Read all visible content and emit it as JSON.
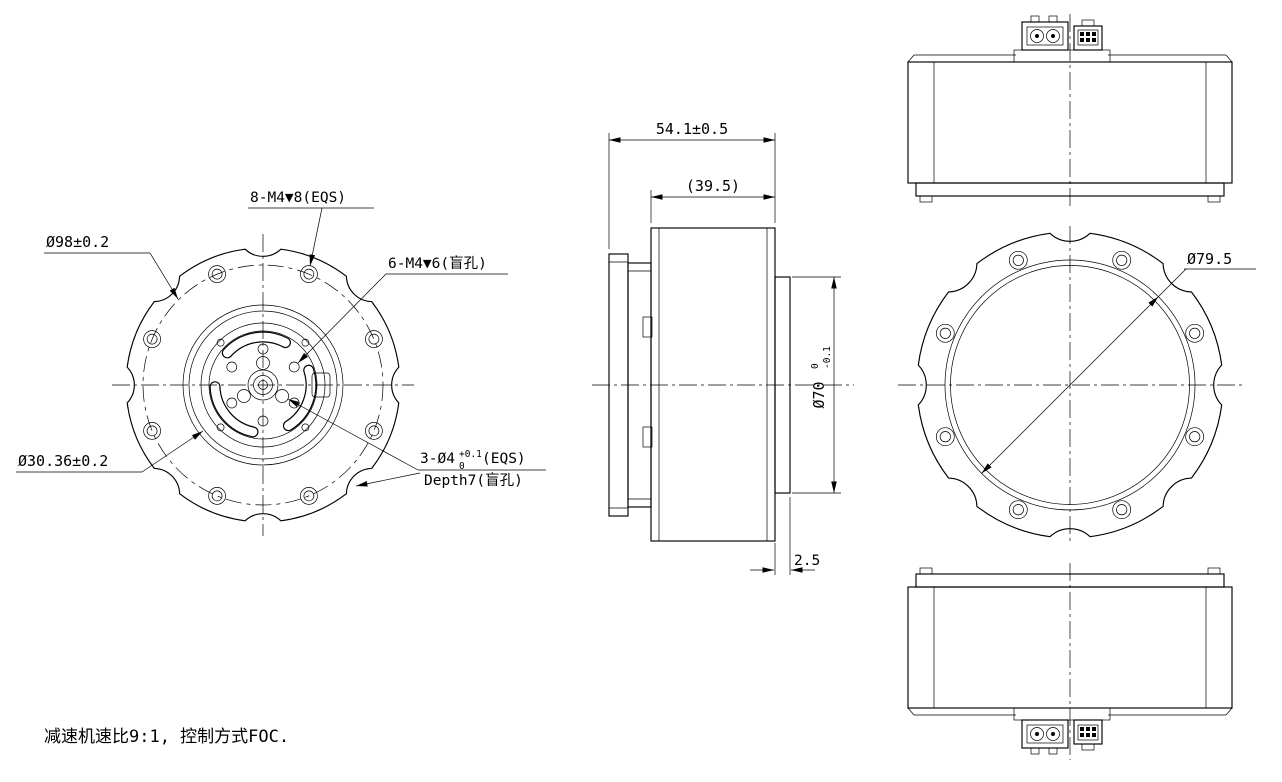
{
  "note": {
    "text": "减速机速比9:1, 控制方式FOC."
  },
  "front_view": {
    "dim_flange_bolt_circle": "Ø98±0.2",
    "dim_inner_boss": "Ø30.36±0.2",
    "callout_flange_holes": "8-M4▼8(EQS)",
    "callout_face_holes": "6-M4▼6(盲孔)",
    "callout_pin_holes_prefix": "3-Ø4",
    "callout_pin_holes_tol_upper": "+0.1",
    "callout_pin_holes_tol_lower": "0",
    "callout_pin_holes_suffix": "(EQS)",
    "callout_pin_holes_depth": "Depth7(盲孔)"
  },
  "side_view": {
    "dim_overall_length": "54.1±0.5",
    "dim_body_length": "(39.5)",
    "dim_boss_diameter": "Ø70",
    "dim_boss_tol_upper": "0",
    "dim_boss_tol_lower": "-0.1",
    "dim_boss_thickness": "2.5"
  },
  "rear_view": {
    "dim_face_diameter": "Ø79.5"
  }
}
